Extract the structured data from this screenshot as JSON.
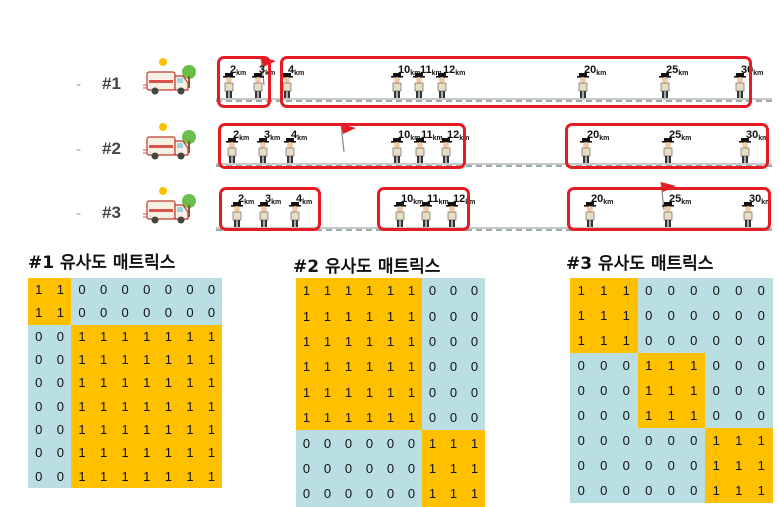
{
  "rows": [
    {
      "label": "#1",
      "dash": "-",
      "points": [
        {
          "km": "2",
          "unit": "km",
          "group": 0
        },
        {
          "km": "3",
          "unit": "km",
          "group": 0
        },
        {
          "km": "4",
          "unit": "km",
          "group": 1
        },
        {
          "km": "10",
          "unit": "km",
          "group": 1
        },
        {
          "km": "11",
          "unit": "km",
          "group": 1
        },
        {
          "km": "12",
          "unit": "km",
          "group": 1
        },
        {
          "km": "20",
          "unit": "km",
          "group": 1
        },
        {
          "km": "25",
          "unit": "km",
          "group": 1
        },
        {
          "km": "30",
          "unit": "km",
          "group": 1
        }
      ]
    },
    {
      "label": "#2",
      "dash": "-",
      "points": [
        {
          "km": "2",
          "unit": "km",
          "group": 0
        },
        {
          "km": "3",
          "unit": "km",
          "group": 0
        },
        {
          "km": "4",
          "unit": "km",
          "group": 0
        },
        {
          "km": "10",
          "unit": "km",
          "group": 0
        },
        {
          "km": "11",
          "unit": "km",
          "group": 0
        },
        {
          "km": "12",
          "unit": "km",
          "group": 0
        },
        {
          "km": "20",
          "unit": "km",
          "group": 1
        },
        {
          "km": "25",
          "unit": "km",
          "group": 1
        },
        {
          "km": "30",
          "unit": "km",
          "group": 1
        }
      ]
    },
    {
      "label": "#3",
      "dash": "-",
      "points": [
        {
          "km": "2",
          "unit": "km",
          "group": 0
        },
        {
          "km": "3",
          "unit": "km",
          "group": 0
        },
        {
          "km": "4",
          "unit": "km",
          "group": 0
        },
        {
          "km": "10",
          "unit": "km",
          "group": 1
        },
        {
          "km": "11",
          "unit": "km",
          "group": 1
        },
        {
          "km": "12",
          "unit": "km",
          "group": 1
        },
        {
          "km": "20",
          "unit": "km",
          "group": 2
        },
        {
          "km": "25",
          "unit": "km",
          "group": 2
        },
        {
          "km": "30",
          "unit": "km",
          "group": 2
        }
      ]
    }
  ],
  "matrices": [
    {
      "title": "#1 유사도 매트릭스",
      "cells": [
        [
          1,
          1,
          0,
          0,
          0,
          0,
          0,
          0,
          0
        ],
        [
          1,
          1,
          0,
          0,
          0,
          0,
          0,
          0,
          0
        ],
        [
          0,
          0,
          1,
          1,
          1,
          1,
          1,
          1,
          1
        ],
        [
          0,
          0,
          1,
          1,
          1,
          1,
          1,
          1,
          1
        ],
        [
          0,
          0,
          1,
          1,
          1,
          1,
          1,
          1,
          1
        ],
        [
          0,
          0,
          1,
          1,
          1,
          1,
          1,
          1,
          1
        ],
        [
          0,
          0,
          1,
          1,
          1,
          1,
          1,
          1,
          1
        ],
        [
          0,
          0,
          1,
          1,
          1,
          1,
          1,
          1,
          1
        ],
        [
          0,
          0,
          1,
          1,
          1,
          1,
          1,
          1,
          1
        ]
      ]
    },
    {
      "title": "#2 유사도 매트릭스",
      "cells": [
        [
          1,
          1,
          1,
          1,
          1,
          1,
          0,
          0,
          0
        ],
        [
          1,
          1,
          1,
          1,
          1,
          1,
          0,
          0,
          0
        ],
        [
          1,
          1,
          1,
          1,
          1,
          1,
          0,
          0,
          0
        ],
        [
          1,
          1,
          1,
          1,
          1,
          1,
          0,
          0,
          0
        ],
        [
          1,
          1,
          1,
          1,
          1,
          1,
          0,
          0,
          0
        ],
        [
          1,
          1,
          1,
          1,
          1,
          1,
          0,
          0,
          0
        ],
        [
          0,
          0,
          0,
          0,
          0,
          0,
          1,
          1,
          1
        ],
        [
          0,
          0,
          0,
          0,
          0,
          0,
          1,
          1,
          1
        ],
        [
          0,
          0,
          0,
          0,
          0,
          0,
          1,
          1,
          1
        ]
      ]
    },
    {
      "title": "#3 유사도 매트릭스",
      "cells": [
        [
          1,
          1,
          1,
          0,
          0,
          0,
          0,
          0,
          0
        ],
        [
          1,
          1,
          1,
          0,
          0,
          0,
          0,
          0,
          0
        ],
        [
          1,
          1,
          1,
          0,
          0,
          0,
          0,
          0,
          0
        ],
        [
          0,
          0,
          0,
          1,
          1,
          1,
          0,
          0,
          0
        ],
        [
          0,
          0,
          0,
          1,
          1,
          1,
          0,
          0,
          0
        ],
        [
          0,
          0,
          0,
          1,
          1,
          1,
          0,
          0,
          0
        ],
        [
          0,
          0,
          0,
          0,
          0,
          0,
          1,
          1,
          1
        ],
        [
          0,
          0,
          0,
          0,
          0,
          0,
          1,
          1,
          1
        ],
        [
          0,
          0,
          0,
          0,
          0,
          0,
          1,
          1,
          1
        ]
      ]
    }
  ],
  "colors": {
    "one": "#ffc000",
    "zero": "#b9dfe3",
    "group_box": "#e51c23",
    "flag": "#e51c23"
  },
  "icons": {
    "truck": "delivery-truck-icon",
    "person": "delivery-person-icon",
    "flag": "red-flag-icon"
  }
}
